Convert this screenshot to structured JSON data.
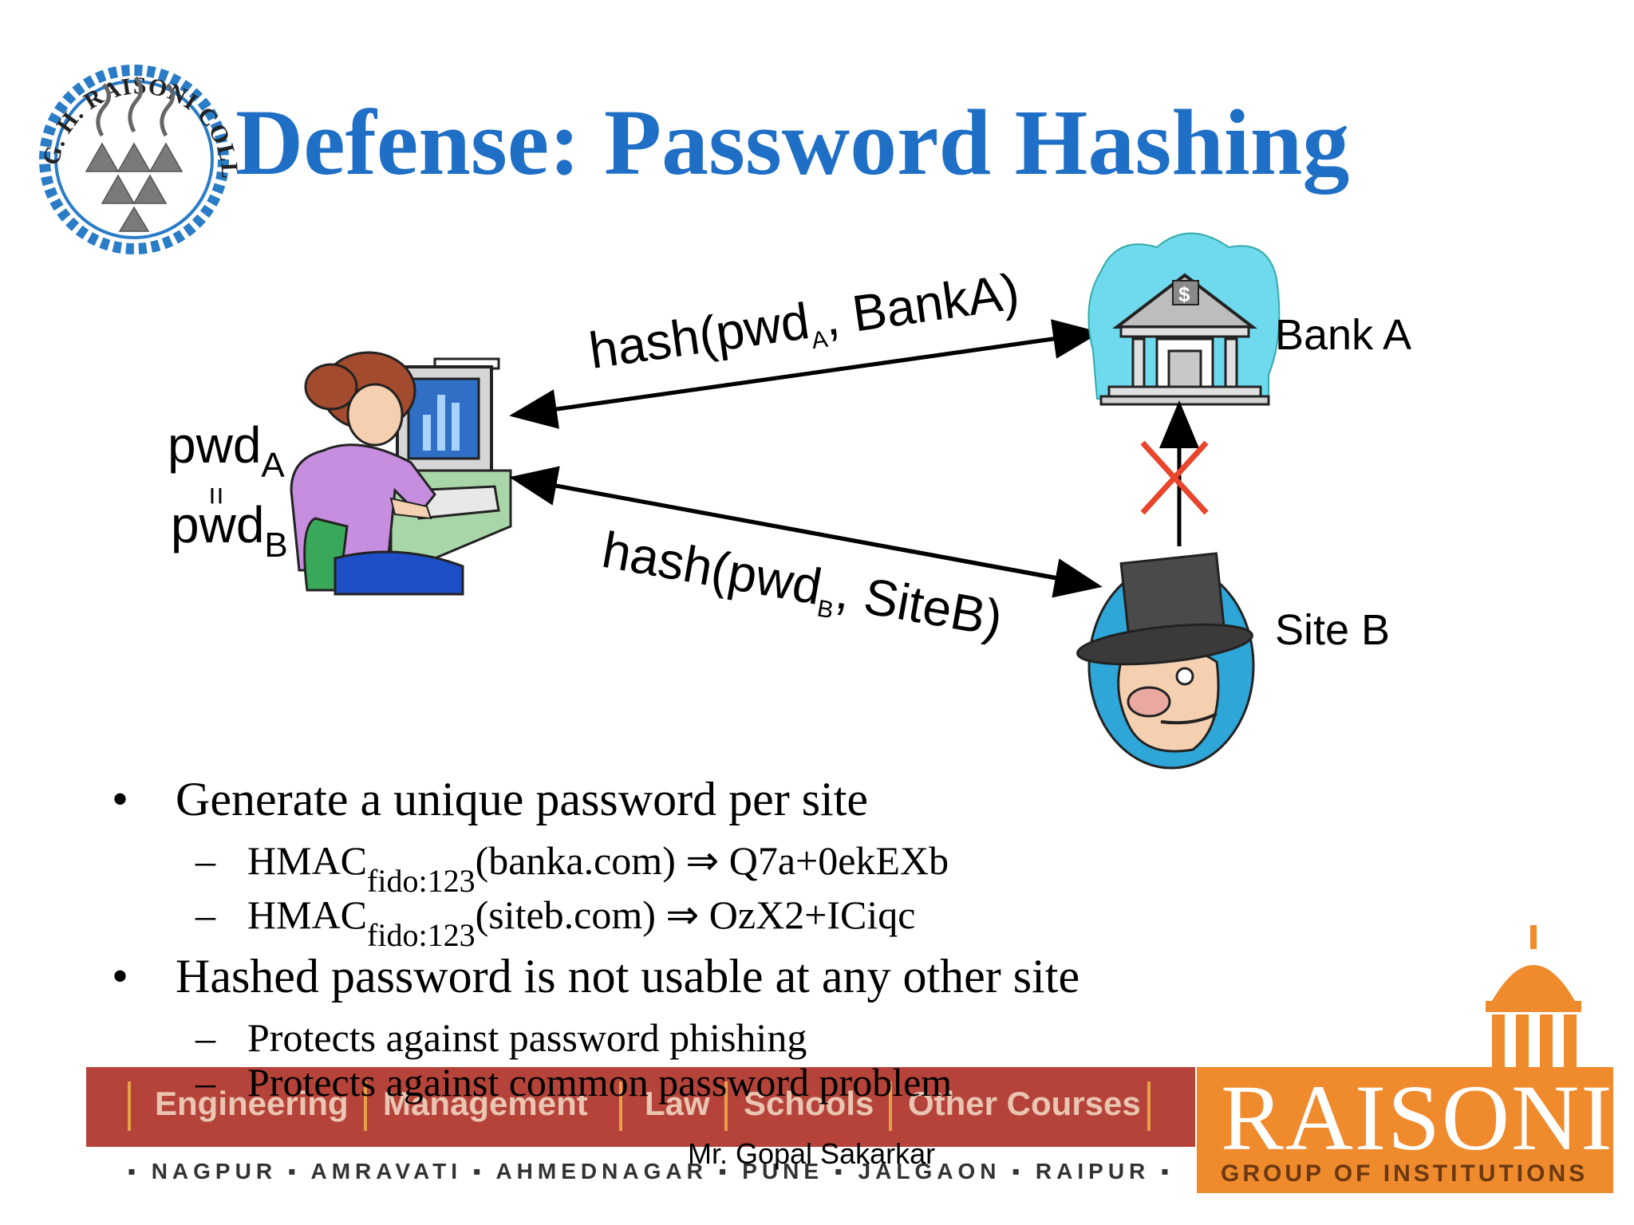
{
  "slide": {
    "title": "Defense: Password Hashing",
    "logo": {
      "name": "G. H. RAISONI COLLEGE OF ENGINEERING",
      "ring_color": "#2a7cc7"
    },
    "diagram": {
      "user_pwd_a": "pwd",
      "user_pwd_a_sub": "A",
      "equals_sign": "=",
      "user_pwd_b": "pwd",
      "user_pwd_b_sub": "B",
      "arrow_top": {
        "prefix": "hash(pwd",
        "sub": "A",
        "suffix": ", BankA)"
      },
      "arrow_bottom": {
        "prefix": "hash(pwd",
        "sub": "B",
        "suffix": ", SiteB)"
      },
      "bank_label": "Bank A",
      "site_label": "Site B",
      "blocked_marker_color": "#e8452c"
    },
    "bullets": [
      {
        "text": "Generate a unique password per site",
        "subs": [
          {
            "prefix": "HMAC",
            "sub": "fido:123",
            "suffix": "(banka.com) ⇒ Q7a+0ekEXb"
          },
          {
            "prefix": "HMAC",
            "sub": "fido:123",
            "suffix": "(siteb.com) ⇒ OzX2+ICiqc"
          }
        ]
      },
      {
        "text": "Hashed password is not usable at any other site",
        "subs": [
          {
            "text": "Protects against password phishing"
          },
          {
            "text": "Protects against common password problem"
          }
        ]
      }
    ],
    "bullet_marker": "•",
    "dash_marker": "–",
    "footer": {
      "banner_items": [
        "Engineering",
        "Management",
        "Law",
        "Schools",
        "Other Courses"
      ],
      "cities": "▪ NAGPUR ▪ AMRAVATI ▪ AHMEDNAGAR ▪ PUNE ▪ JALGAON ▪ RAIPUR ▪",
      "brand": "RAISONI",
      "brand_sub": "GROUP OF INSTITUTIONS",
      "brand_color": "#ef8b2c",
      "author": "Mr. Gopal Sakarkar"
    }
  }
}
